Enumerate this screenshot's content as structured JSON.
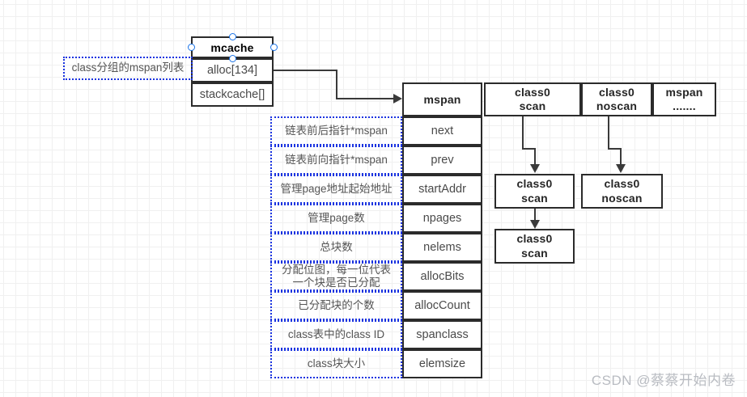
{
  "diagram": {
    "title": "mcache mspan structure diagram",
    "watermark": "CSDN @蔡蔡开始内卷",
    "colors": {
      "box_border": "#2b2b2b",
      "annotation_border": "#1a33e0",
      "handle": "#1a73e8",
      "connector": "#3a3a3a",
      "grid_minor": "#f0f0f0",
      "grid_major": "#e2e2e2",
      "watermark": "#b9bcc2"
    }
  },
  "mcache": {
    "title": "mcache",
    "rows": [
      {
        "label": "alloc[134]"
      },
      {
        "label": "stackcache[]"
      }
    ],
    "annotation": "class分组的mspan列表"
  },
  "mspan_table": {
    "header": "mspan",
    "fields": [
      {
        "name": "next",
        "note": "链表前后指针*mspan"
      },
      {
        "name": "prev",
        "note": "链表前向指针*mspan"
      },
      {
        "name": "startAddr",
        "note": "管理page地址起始地址"
      },
      {
        "name": "npages",
        "note": "管理page数"
      },
      {
        "name": "nelems",
        "note": "总块数"
      },
      {
        "name": "allocBits",
        "note": "分配位图，每一位代表\n一个块是否已分配"
      },
      {
        "name": "allocCount",
        "note": "已分配块的个数"
      },
      {
        "name": "spanclass",
        "note": "class表中的class ID"
      },
      {
        "name": "elemsize",
        "note": "class块大小"
      }
    ]
  },
  "span_header_cells": [
    {
      "line1": "class0",
      "line2": "scan"
    },
    {
      "line1": "class0",
      "line2": "noscan"
    },
    {
      "line1": "mspan",
      "line2": "......."
    }
  ],
  "span_chain": {
    "level2": [
      {
        "line1": "class0",
        "line2": "scan"
      },
      {
        "line1": "class0",
        "line2": "noscan"
      }
    ],
    "level3": [
      {
        "line1": "class0",
        "line2": "scan"
      }
    ]
  }
}
